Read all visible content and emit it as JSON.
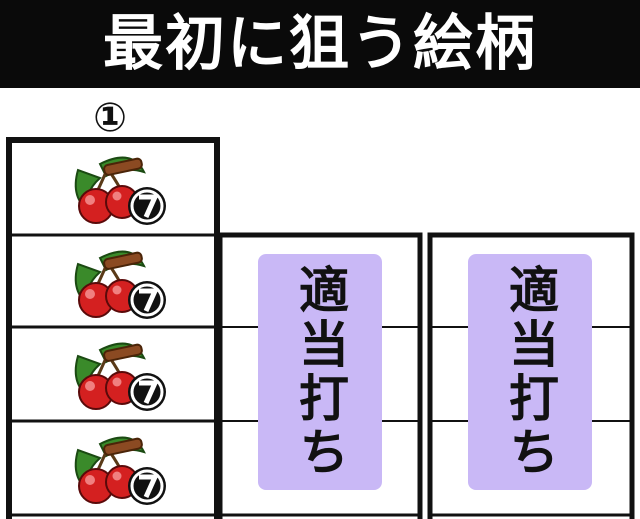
{
  "title": "最初に狙う絵柄",
  "reel_number": "①",
  "left_reel": {
    "symbols": [
      {
        "icon": "cherry-seven-icon",
        "badge": "7"
      },
      {
        "icon": "cherry-seven-icon",
        "badge": "7"
      },
      {
        "icon": "cherry-seven-icon",
        "badge": "7"
      },
      {
        "icon": "cherry-seven-icon",
        "badge": "7"
      }
    ]
  },
  "center_reel": {
    "label": "適当打ち"
  },
  "right_reel": {
    "label": "適当打ち"
  },
  "colors": {
    "title_bg": "#0a0a0a",
    "title_text": "#ffffff",
    "label_bg": "#c9b8f6",
    "cherry_red": "#d42020",
    "leaf_green": "#3a8a2a",
    "stem_brown": "#8b4a22"
  }
}
